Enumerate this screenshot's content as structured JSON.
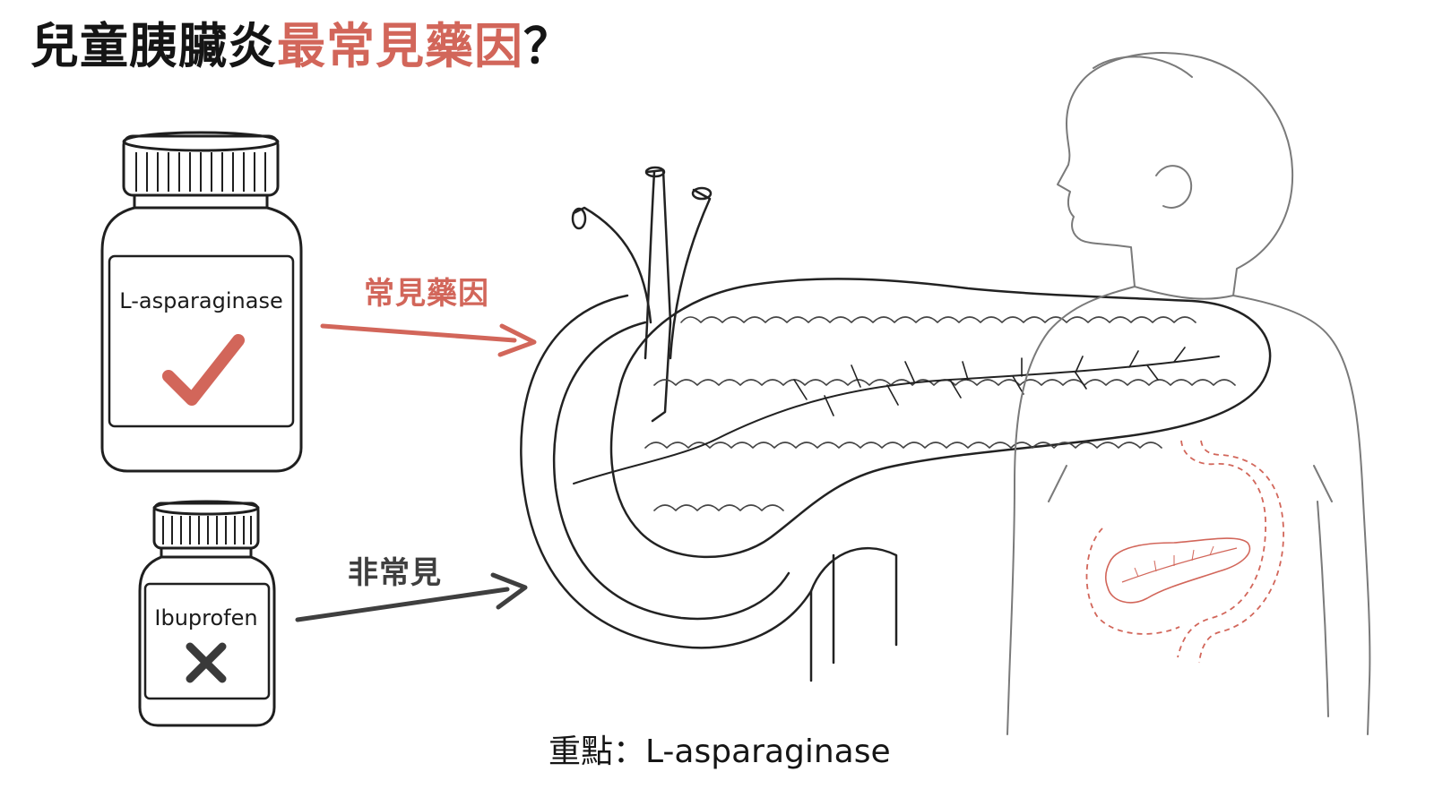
{
  "title": {
    "part1": "兒童胰臟炎",
    "part2": "最常見藥因",
    "part3": "？"
  },
  "bottles": [
    {
      "label": "L-asparaginase",
      "mark": "check-icon"
    },
    {
      "label": "Ibuprofen",
      "mark": "cross-icon"
    }
  ],
  "arrows": {
    "common_label": "常見藥因",
    "uncommon_label": "非常見"
  },
  "note": "重點：L-asparaginase",
  "colors": {
    "accent": "#d2665a",
    "dark": "#3f3f3f",
    "line": "#1f1f1f",
    "faint": "#8a8a8a"
  }
}
